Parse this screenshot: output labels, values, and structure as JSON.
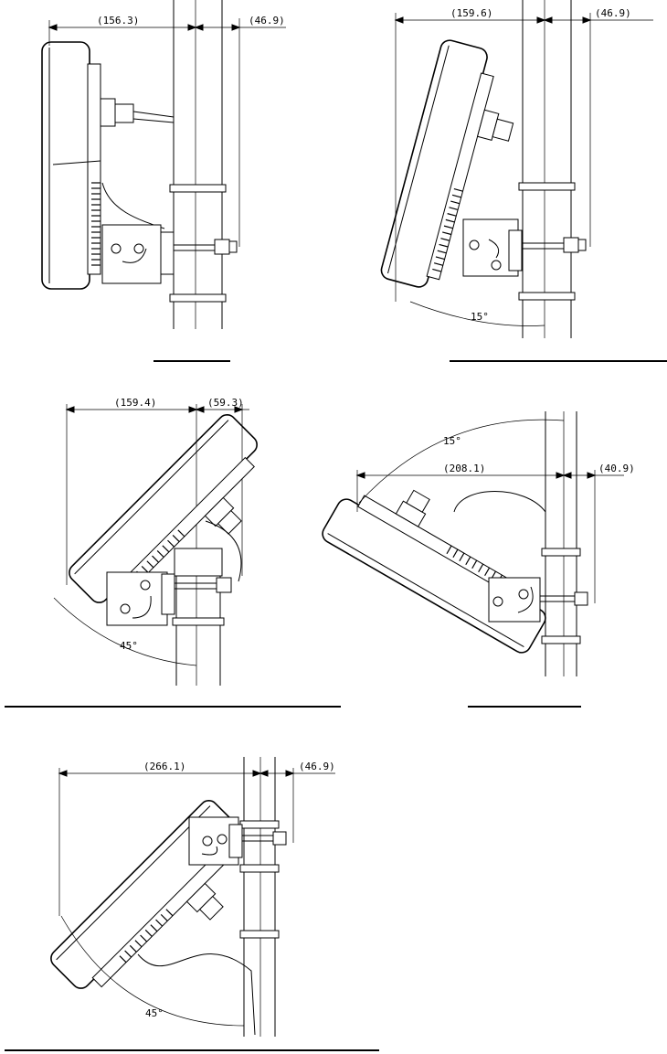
{
  "views": [
    {
      "name": "vertical",
      "dim_left": "(156.3)",
      "dim_right": "(46.9)",
      "angle": ""
    },
    {
      "name": "tilt-15",
      "dim_left": "(159.6)",
      "dim_right": "(46.9)",
      "angle": "15°"
    },
    {
      "name": "tilt-45-up",
      "dim_left": "(159.4)",
      "dim_right": "(59.3)",
      "angle": "45°"
    },
    {
      "name": "tilt-15-down",
      "dim_left": "(208.1)",
      "dim_right": "(40.9)",
      "angle": "15°"
    },
    {
      "name": "tilt-45-down",
      "dim_left": "(266.1)",
      "dim_right": "(46.9)",
      "angle": "45°"
    }
  ]
}
